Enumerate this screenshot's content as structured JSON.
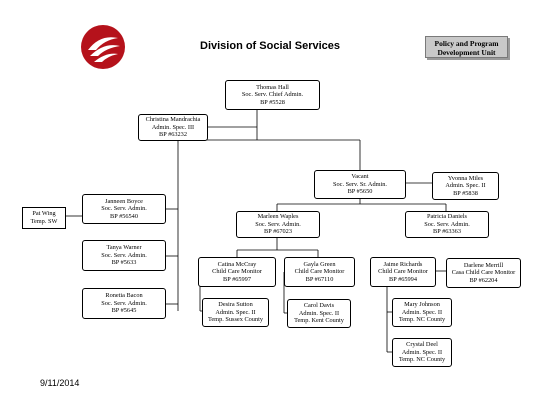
{
  "header": {
    "title": "Division of Social Services",
    "unit_line1": "Policy and Program",
    "unit_line2": "Development Unit"
  },
  "colors": {
    "logo": "#b5121b",
    "unit_box": "#c9c9c9"
  },
  "icons": {
    "logo": "state-seal-logo-icon"
  },
  "nodes": {
    "thomas": {
      "name": "Thomas Hall",
      "title": "Soc. Serv. Chief Admin.",
      "bp": "BP #5528"
    },
    "christina": {
      "name": "Christina Mandrachia",
      "title": "Admin. Spec. III",
      "bp": "BP #63232"
    },
    "vacant": {
      "name": "Vacant",
      "title": "Soc. Serv. Sr. Admin.",
      "bp": "BP #5650"
    },
    "yvonna": {
      "name": "Yvonna Miles",
      "title": "Admin. Spec. II",
      "bp": "BP #5838"
    },
    "janneen": {
      "name": "Janneen Boyce",
      "title": "Soc. Serv. Admin.",
      "bp": "BP #56540"
    },
    "patwing": {
      "name": "Pat Wing",
      "title": "Temp. SW"
    },
    "tanya": {
      "name": "Tanya Warner",
      "title": "Soc. Serv. Admin.",
      "bp": "BP #5633"
    },
    "ronetia": {
      "name": "Ronetia Bacon",
      "title": "Soc. Serv. Admin.",
      "bp": "BP #5645"
    },
    "marleen": {
      "name": "Marleen Waples",
      "title": "Soc. Serv. Admin.",
      "bp": "BP #67023"
    },
    "patricia": {
      "name": "Patricia Daniels",
      "title": "Soc. Serv. Admin.",
      "bp": "BP #63363"
    },
    "catina": {
      "name": "Catina McCray",
      "title": "Child Care Monitor",
      "bp": "BP #65997"
    },
    "gayla": {
      "name": "Gayla Green",
      "title": "Child Care Monitor",
      "bp": "BP #67110"
    },
    "jaime": {
      "name": "Jaime Richards",
      "title": "Child Care Monitor",
      "bp": "BP #65994"
    },
    "darlene": {
      "name": "Darlene Merrill",
      "title": "Casa Child Care Monitor",
      "bp": "BP #62204"
    },
    "desira": {
      "name": "Desira Sutton",
      "title": "Admin. Spec. II",
      "bp": "Temp. Sussex County"
    },
    "carol": {
      "name": "Carol Davis",
      "title": "Admin. Spec. II",
      "bp": "Temp. Kent County"
    },
    "mary": {
      "name": "Mary Johnson",
      "title": "Admin. Spec. II",
      "bp": "Temp. NC County"
    },
    "crystal": {
      "name": "Crystal Deel",
      "title": "Admin. Spec. II",
      "bp": "Temp. NC County"
    }
  },
  "footer": {
    "date": "9/11/2014"
  }
}
